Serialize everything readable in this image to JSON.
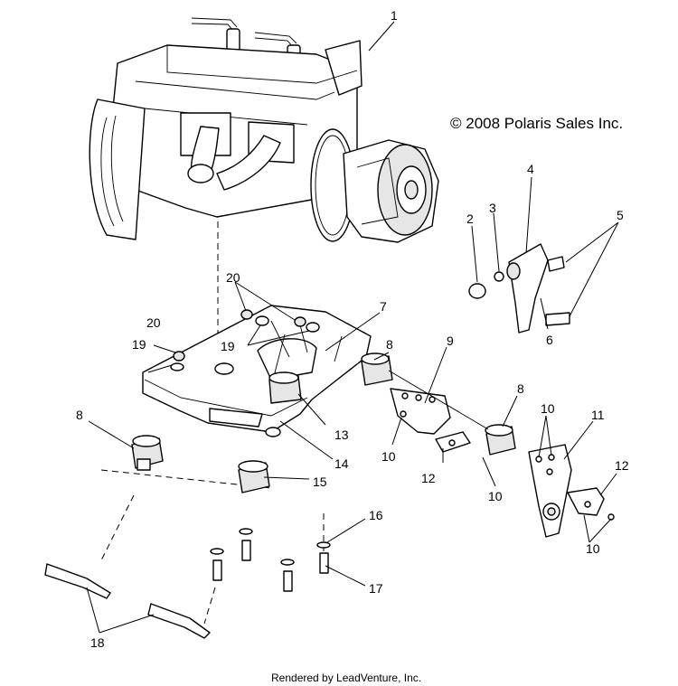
{
  "copyright": "© 2008 Polaris Sales Inc.",
  "footer": "Rendered by LeadVenture, Inc.",
  "callouts": [
    "1",
    "2",
    "3",
    "4",
    "5",
    "6",
    "7",
    "8",
    "9",
    "10",
    "11",
    "12",
    "13",
    "14",
    "15",
    "16",
    "17",
    "18",
    "19",
    "20"
  ],
  "labels": {
    "l1": "1",
    "l2": "2",
    "l3": "3",
    "l4": "4",
    "l5": "5",
    "l6": "6",
    "l7": "7",
    "l8a": "8",
    "l8b": "8",
    "l8c": "8",
    "l9": "9",
    "l10a": "10",
    "l10b": "10",
    "l10c": "10",
    "l10d": "10",
    "l11": "11",
    "l12a": "12",
    "l12b": "12",
    "l13": "13",
    "l14": "14",
    "l15": "15",
    "l16": "16",
    "l17": "17",
    "l18": "18",
    "l19a": "19",
    "l19b": "19",
    "l20a": "20",
    "l20b": "20"
  }
}
